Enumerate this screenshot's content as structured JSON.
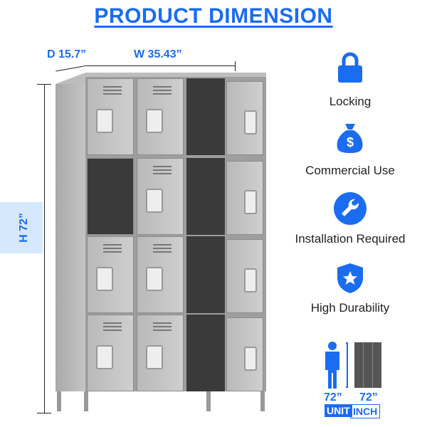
{
  "title": "PRODUCT DIMENSION",
  "dimensions": {
    "depth": "D 15.7”",
    "width": "W 35.43”",
    "height": "H 72”"
  },
  "features": [
    {
      "label": "Locking",
      "icon": "lock-icon"
    },
    {
      "label": "Commercial Use",
      "icon": "money-bag-icon"
    },
    {
      "label": "Installation Required",
      "icon": "wrench-icon"
    },
    {
      "label": "High Durability",
      "icon": "shield-star-icon"
    }
  ],
  "comparison": {
    "person_height": "72”",
    "locker_height": "72”",
    "unit_label": "UNIT",
    "unit_value": "INCH"
  },
  "colors": {
    "accent": "#1a6cf0",
    "locker": "#bdbdbd"
  }
}
